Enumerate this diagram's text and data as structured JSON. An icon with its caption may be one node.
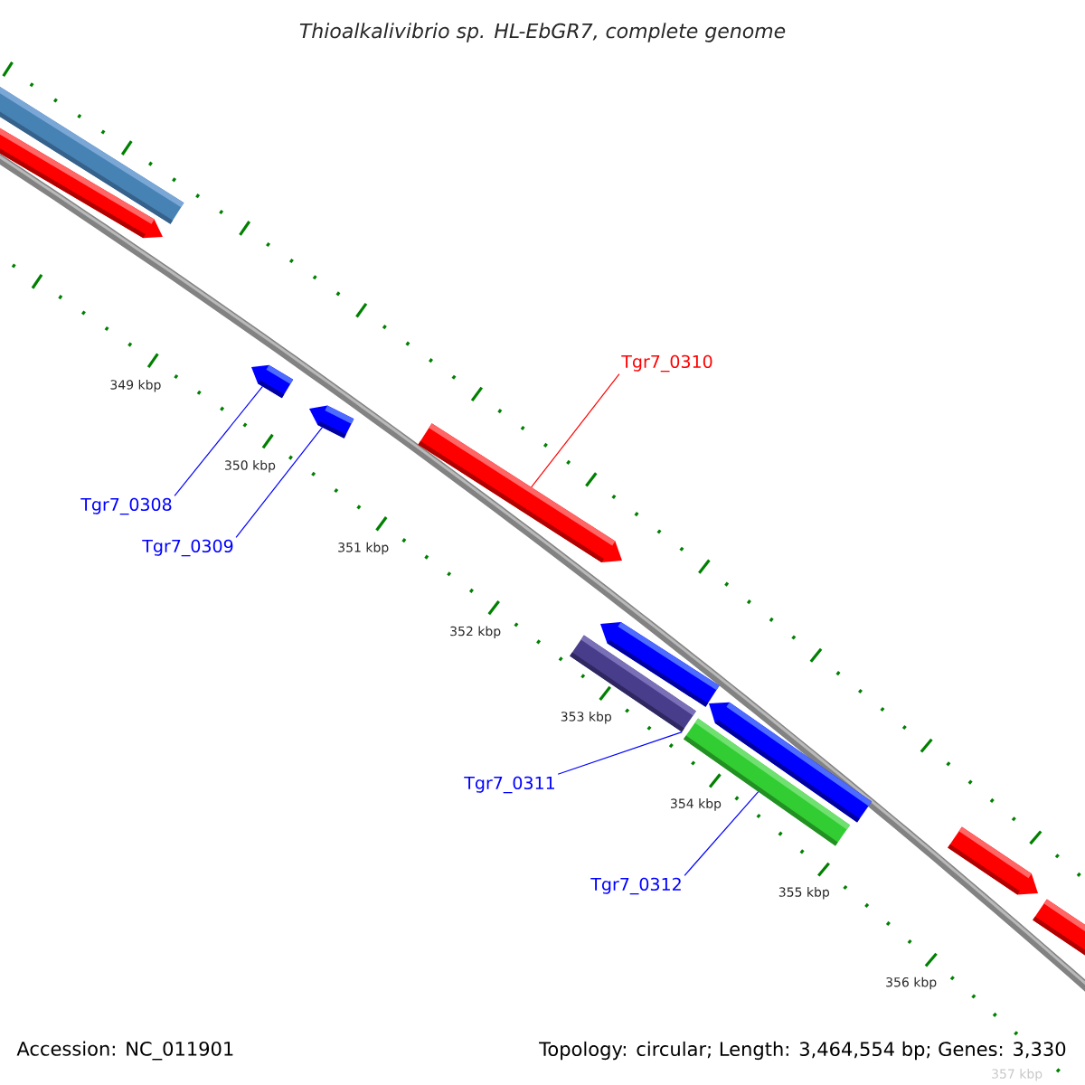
{
  "diagram": {
    "title": "Thioalkalivibrio sp. HL-EbGR7, complete genome",
    "nodes": [
      {
        "text": [],
        "shape": "bar"
      },
      {
        "text": [],
        "shape": "bar"
      },
      {
        "text": [],
        "shape": "bar"
      },
      {
        "text": [
          "Tgr7_0310"
        ]
      },
      {
        "text": [],
        "shape": "bar"
      },
      {
        "text": [],
        "shape": "bar"
      },
      {
        "text": [
          "Tgr7_0308"
        ]
      },
      {
        "text": [
          "Tgr7_0309"
        ]
      },
      {
        "text": [],
        "shape": "bar"
      },
      {
        "text": [],
        "shape": "bar"
      },
      {
        "text": [],
        "shape": "bar"
      },
      {
        "text": [],
        "shape": "bar"
      },
      {
        "text": [
          "Tgr7_0311"
        ]
      },
      {
        "text": [],
        "shape": "bar"
      },
      {
        "text": [
          "Tgr7_0312"
        ]
      },
      {
        "text": [],
        "shape": "bar"
      }
    ],
    "edges": [
      {
        "from": 6,
        "to": 2,
        "arrow": "none"
      },
      {
        "from": 7,
        "to": 4,
        "arrow": "none"
      },
      {
        "from": 3,
        "to": 5,
        "arrow": "none",
        "color": "#ff0000"
      },
      {
        "from": 12,
        "to": 9,
        "arrow": "none"
      },
      {
        "from": 14,
        "to": 11,
        "arrow": "none"
      }
    ],
    "labels": [
      "349 kbp",
      "350 kbp",
      "351 kbp",
      "352 kbp",
      "353 kbp",
      "354 kbp",
      "355 kbp",
      "356 kbp",
      "357 kbp",
      "Accession: NC_011901",
      "Topology: circular; Length: 3,464,554 bp; Genes: 3,330"
    ]
  }
}
